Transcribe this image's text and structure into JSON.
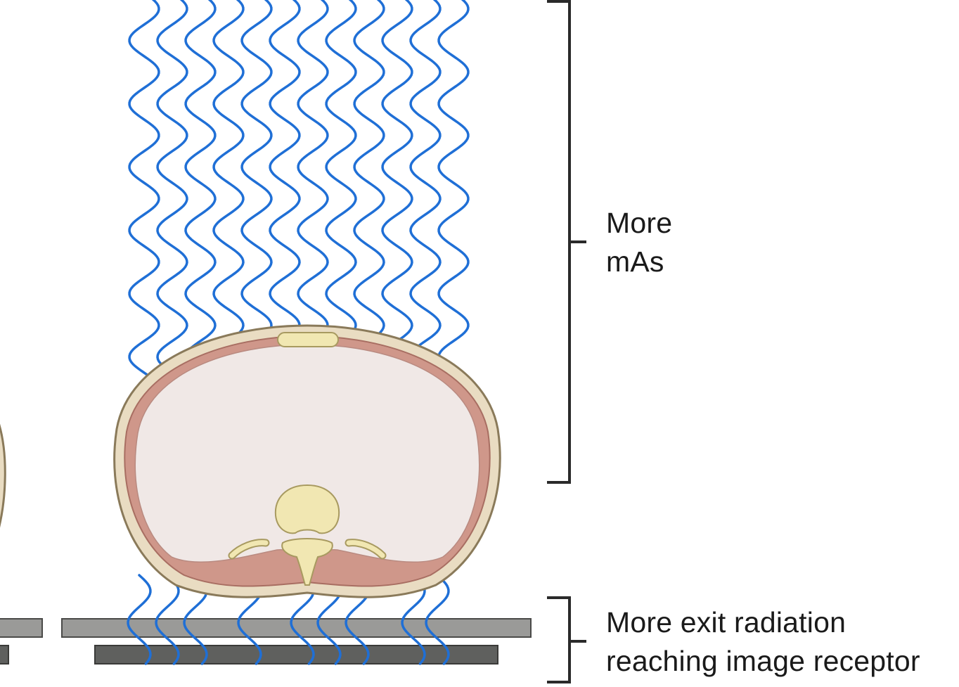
{
  "labels": {
    "upper_line1": "More",
    "upper_line2": "mAs",
    "lower_line1": "More exit radiation",
    "lower_line2": "reaching image receptor"
  },
  "colors": {
    "wave": "#1f6fd6",
    "body_outline": "#8a7a5a",
    "skin": "#e9dcc2",
    "muscle": "#cf978a",
    "organ": "#f0e8e6",
    "bone": "#f1e7b2",
    "plate_light": "#9a9a98",
    "plate_dark": "#5f605e",
    "bracket": "#2a2a2a"
  },
  "icons": [
    "incident-xray-wave",
    "exit-xray-wave",
    "abdomen-cross-section",
    "image-receptor-plate",
    "bracket"
  ]
}
